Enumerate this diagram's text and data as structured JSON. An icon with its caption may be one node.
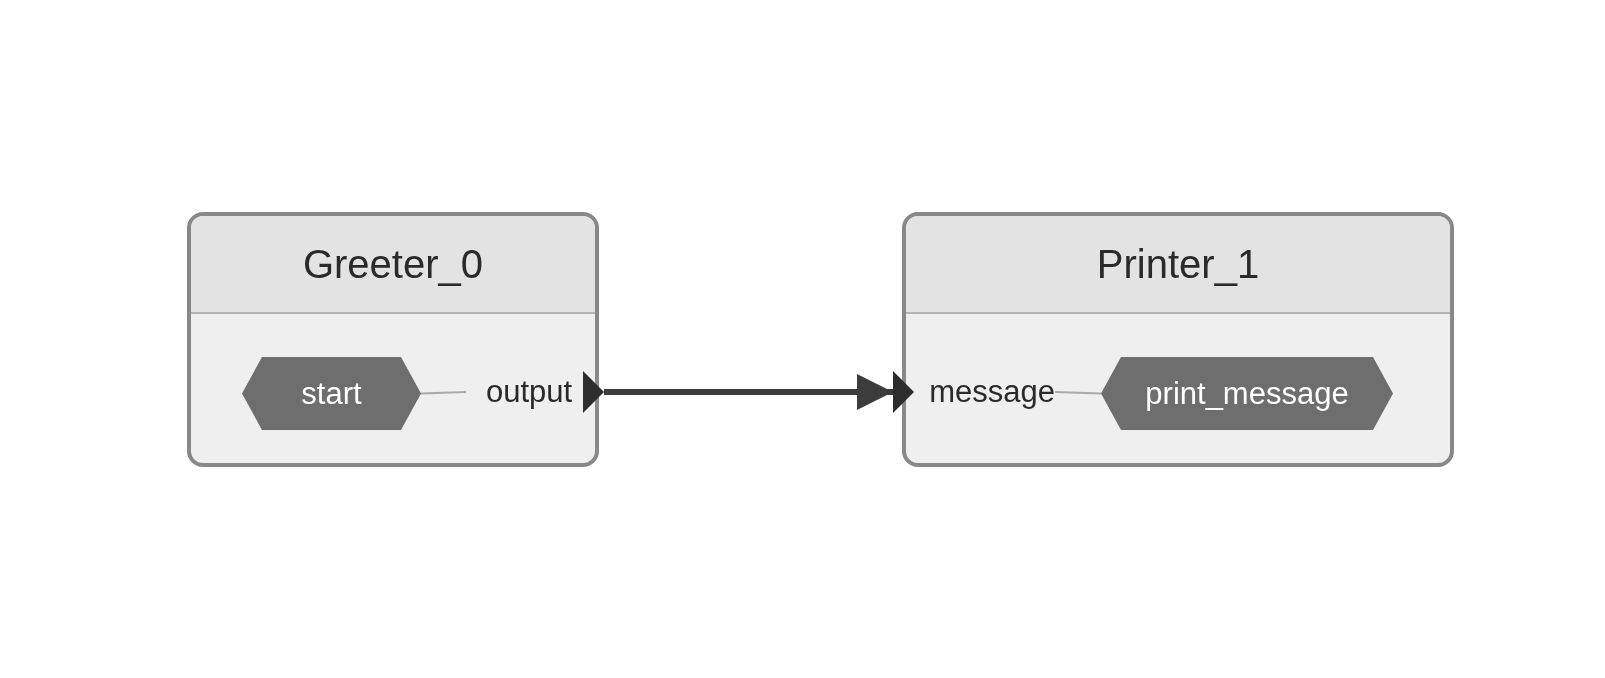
{
  "diagram": {
    "nodes": [
      {
        "text": [
          "Greeter_0"
        ]
      },
      {
        "text": [
          "start"
        ],
        "in": 0
      },
      {
        "text": [
          "output"
        ],
        "in": 0
      },
      {
        "text": [
          "Printer_1"
        ]
      },
      {
        "text": [
          "message"
        ],
        "in": 3
      },
      {
        "text": [
          "print_message"
        ],
        "in": 3
      }
    ],
    "edges": [
      {
        "from": 1,
        "to": 2,
        "arrow": "none"
      },
      {
        "from": 2,
        "to": 4,
        "arrow": "to",
        "style": "thick",
        "color": "#3c3c3c"
      },
      {
        "from": 4,
        "to": 5,
        "arrow": "none"
      }
    ]
  }
}
